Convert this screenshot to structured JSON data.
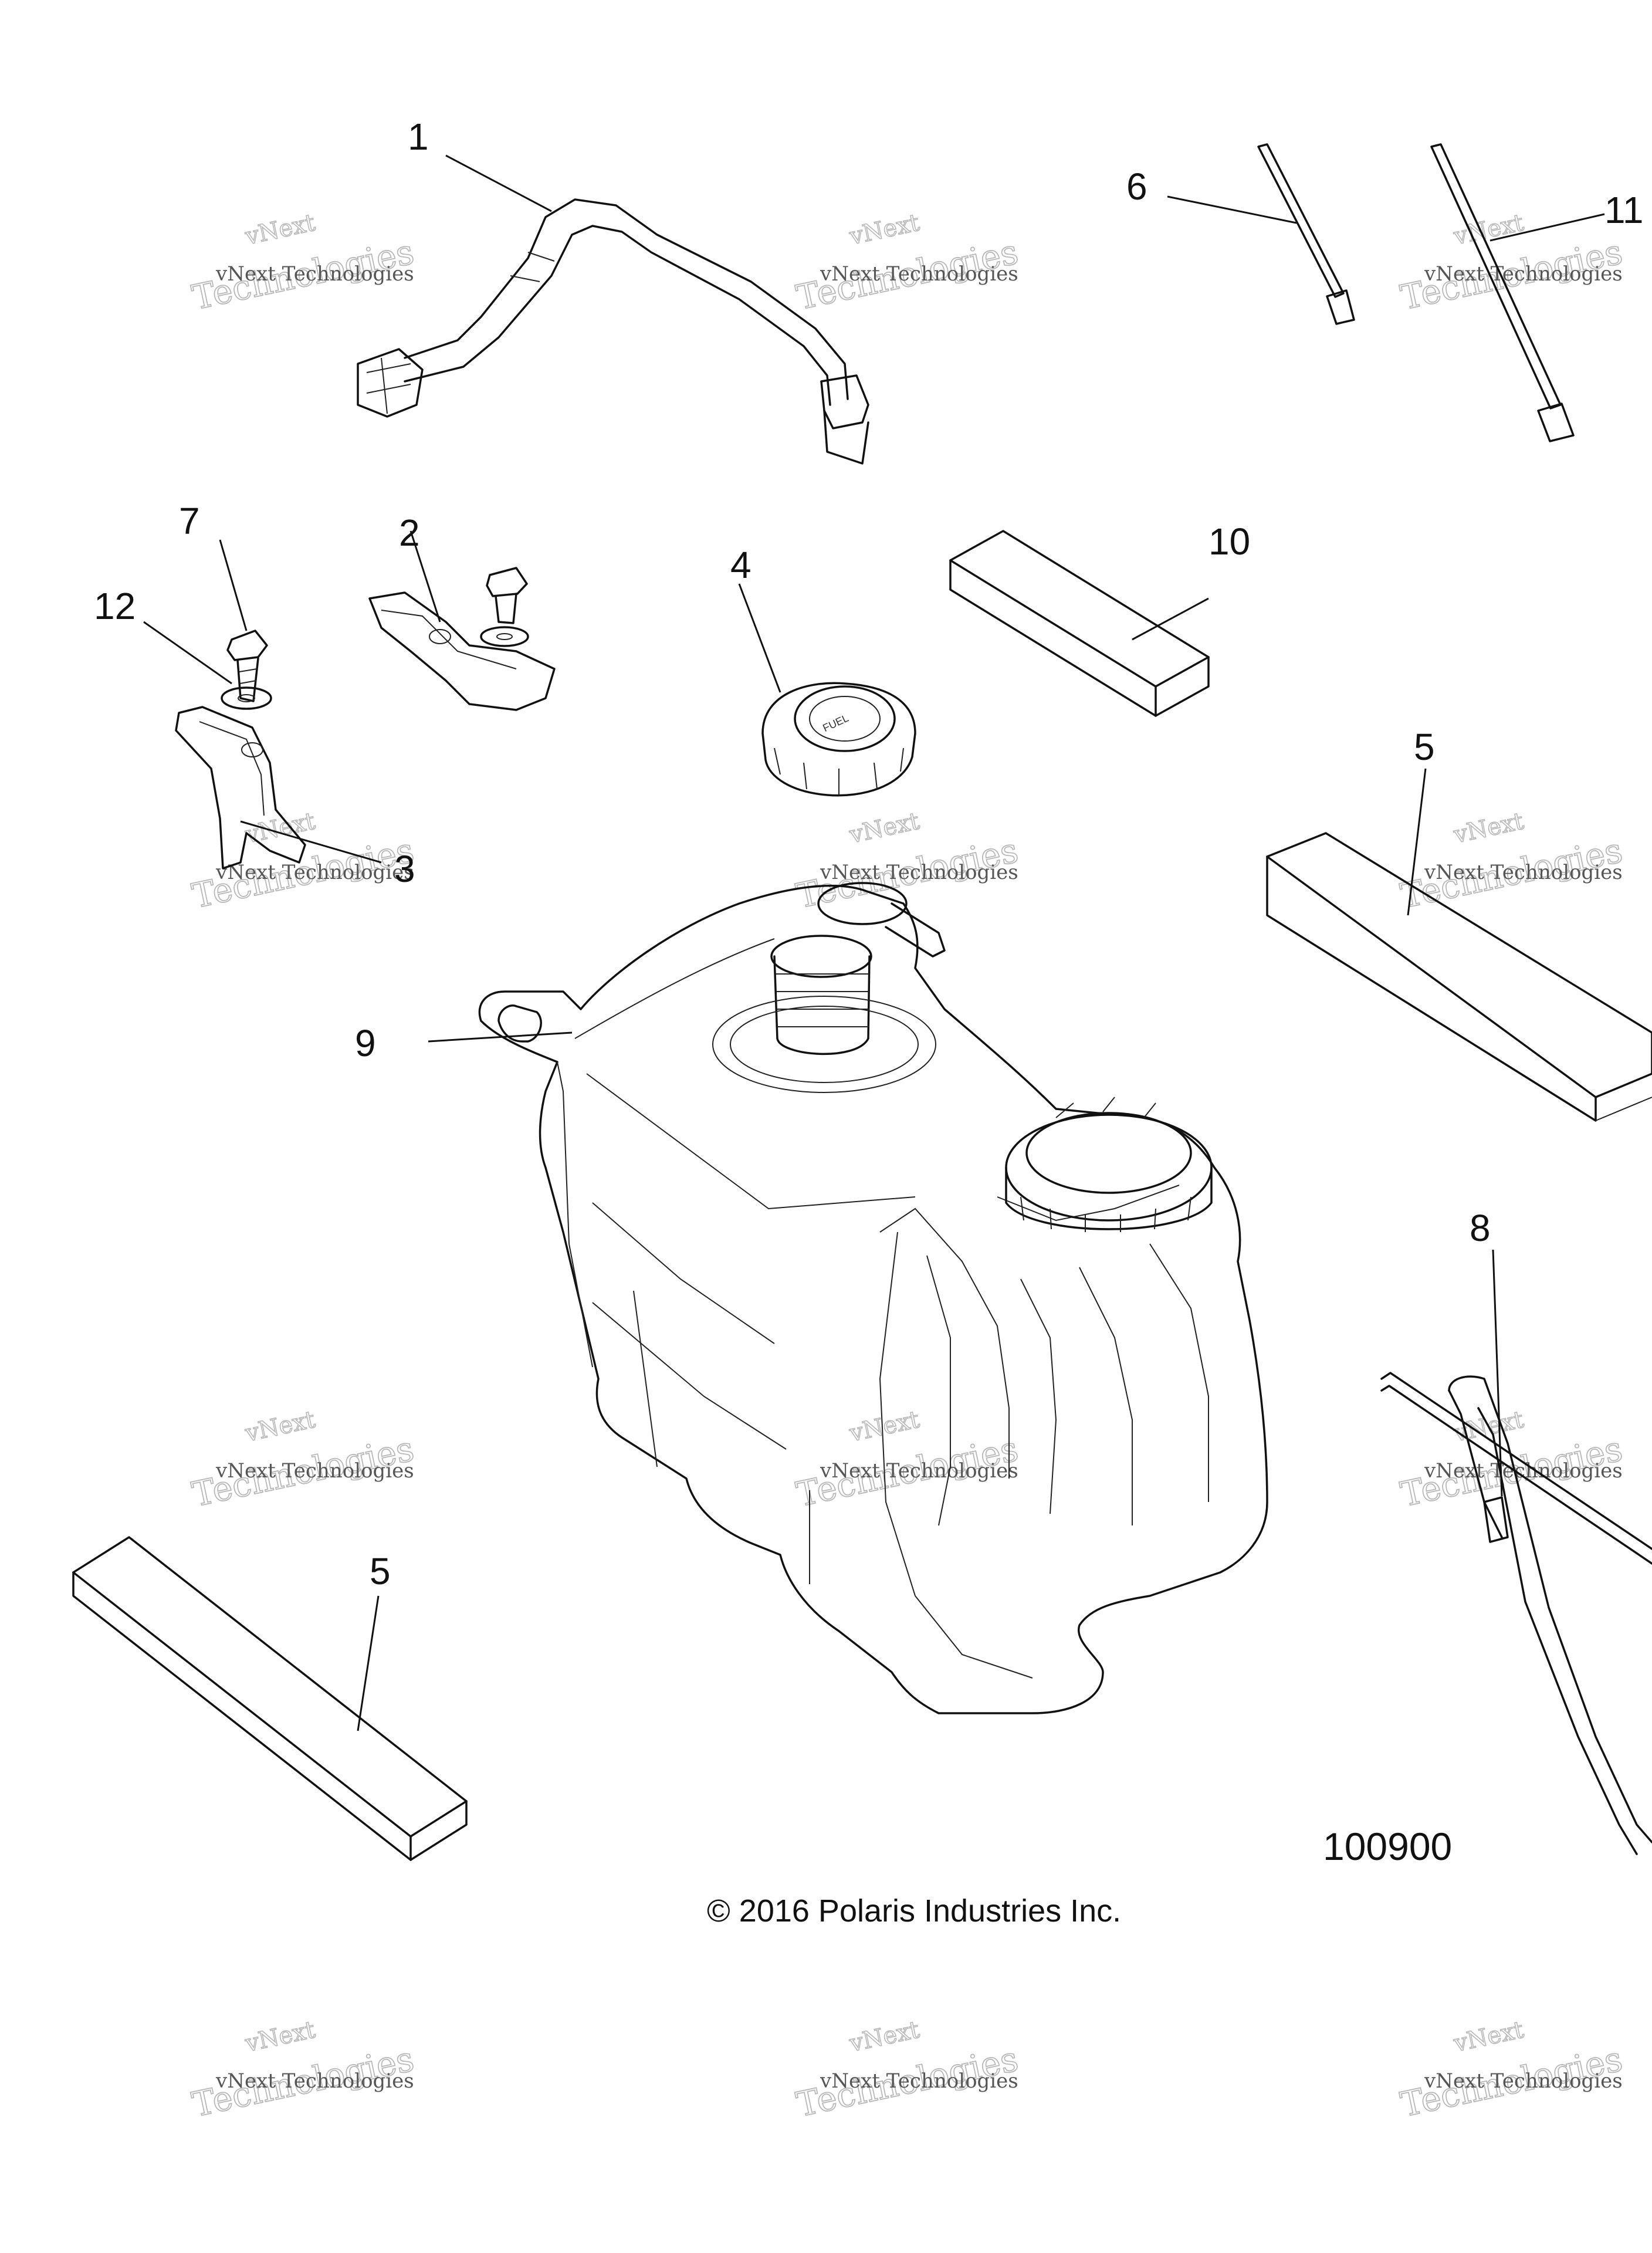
{
  "callouts": [
    {
      "id": "1",
      "text": "1"
    },
    {
      "id": "2",
      "text": "2"
    },
    {
      "id": "3",
      "text": "3"
    },
    {
      "id": "4",
      "text": "4"
    },
    {
      "id": "5a",
      "text": "5"
    },
    {
      "id": "5b",
      "text": "5"
    },
    {
      "id": "6",
      "text": "6"
    },
    {
      "id": "7",
      "text": "7"
    },
    {
      "id": "8",
      "text": "8"
    },
    {
      "id": "9",
      "text": "9"
    },
    {
      "id": "10",
      "text": "10"
    },
    {
      "id": "11",
      "text": "11"
    },
    {
      "id": "12",
      "text": "12"
    }
  ],
  "figure_number": "100900",
  "copyright": "© 2016 Polaris Industries Inc.",
  "watermark": {
    "line1": "vNext",
    "line2": "vNext Technologies",
    "line3": "Technologies"
  },
  "colors": {
    "line": "#111111",
    "watermark": "#b8b8b8",
    "background": "#ffffff"
  }
}
